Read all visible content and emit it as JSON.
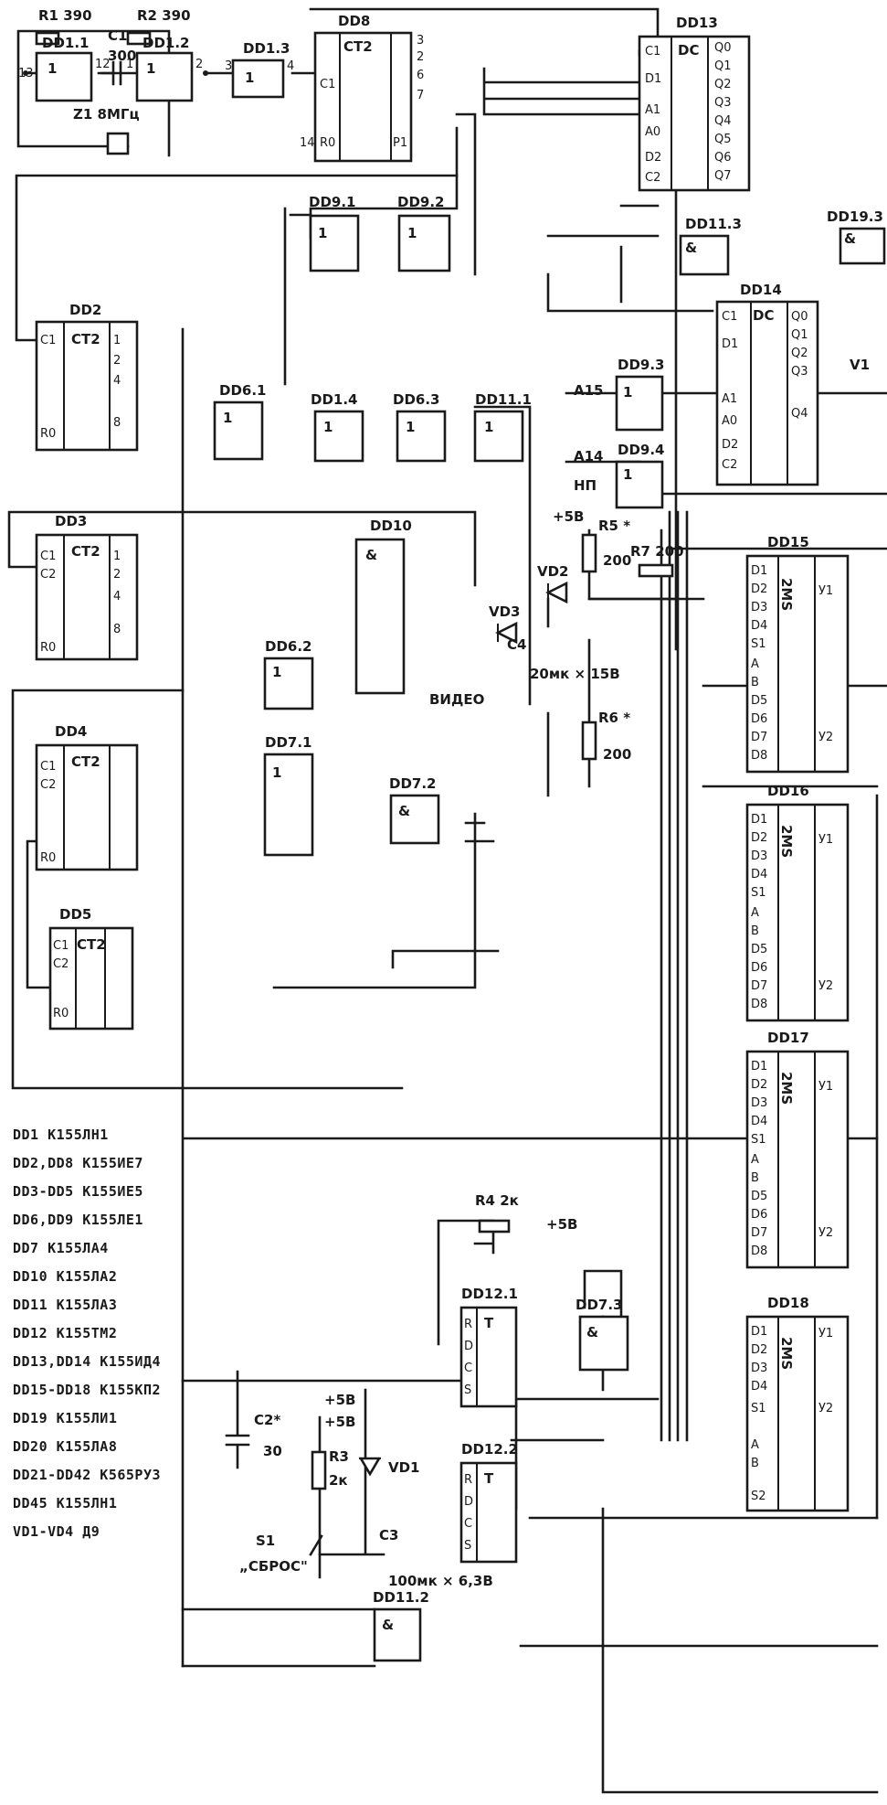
{
  "osc": {
    "r1": "R1 390",
    "r2": "R2 390",
    "c1": "C1",
    "c1_val": "300",
    "zq": "Z1 8МГц"
  },
  "chips": [
    {
      "id": "dd1_1",
      "ref": "DD1.1",
      "fn": "1"
    },
    {
      "id": "dd1_2",
      "ref": "DD1.2",
      "fn": "1"
    },
    {
      "id": "dd1_3",
      "ref": "DD1.3",
      "fn": "1"
    },
    {
      "id": "dd8",
      "ref": "DD8",
      "fn": "CT2"
    },
    {
      "id": "dd13",
      "ref": "DD13",
      "fn": "DC"
    },
    {
      "id": "dd9_1",
      "ref": "DD9.1",
      "fn": "1"
    },
    {
      "id": "dd9_2",
      "ref": "DD9.2",
      "fn": "1"
    },
    {
      "id": "dd11_3",
      "ref": "DD11.3",
      "fn": "&"
    },
    {
      "id": "dd19_3",
      "ref": "DD19.3",
      "fn": "&"
    },
    {
      "id": "dd2",
      "ref": "DD2",
      "fn": "CT2"
    },
    {
      "id": "dd14",
      "ref": "DD14",
      "fn": "DC"
    },
    {
      "id": "dd6_1",
      "ref": "DD6.1",
      "fn": "1"
    },
    {
      "id": "dd1_4",
      "ref": "DD1.4",
      "fn": "1"
    },
    {
      "id": "dd6_3",
      "ref": "DD6.3",
      "fn": "1"
    },
    {
      "id": "dd11_1",
      "ref": "DD11.1",
      "fn": "1"
    },
    {
      "id": "dd9_3",
      "ref": "DD9.3",
      "fn": "1"
    },
    {
      "id": "dd9_4",
      "ref": "DD9.4",
      "fn": "1"
    },
    {
      "id": "dd3",
      "ref": "DD3",
      "fn": "CT2"
    },
    {
      "id": "dd10",
      "ref": "DD10",
      "fn": "&"
    },
    {
      "id": "dd15",
      "ref": "DD15",
      "fn": "2MS"
    },
    {
      "id": "dd6_2",
      "ref": "DD6.2",
      "fn": "1"
    },
    {
      "id": "dd4",
      "ref": "DD4",
      "fn": "CT2"
    },
    {
      "id": "dd7_1",
      "ref": "DD7.1",
      "fn": "1"
    },
    {
      "id": "dd7_2",
      "ref": "DD7.2",
      "fn": "&"
    },
    {
      "id": "dd16",
      "ref": "DD16",
      "fn": "2MS"
    },
    {
      "id": "dd5",
      "ref": "DD5",
      "fn": "CT2"
    },
    {
      "id": "dd17",
      "ref": "DD17",
      "fn": "2MS"
    },
    {
      "id": "dd12_1",
      "ref": "DD12.1",
      "fn": "T"
    },
    {
      "id": "dd7_3",
      "ref": "DD7.3",
      "fn": "&"
    },
    {
      "id": "dd18",
      "ref": "DD18",
      "fn": "2MS"
    },
    {
      "id": "dd12_2",
      "ref": "DD12.2",
      "fn": "T"
    },
    {
      "id": "dd11_2",
      "ref": "DD11.2",
      "fn": "&"
    }
  ],
  "components": {
    "r5": "R5 *",
    "r7": "R7 200",
    "r5_val": "200",
    "vd2": "VD2",
    "vd3": "VD3",
    "c4": "C4",
    "c4_val": "20мк × 15В",
    "video": "ВИДЕО",
    "r6": "R6 *",
    "r6_val": "200",
    "plus5": "+5В",
    "a15": "A15",
    "a14": "A14",
    "np": "НП",
    "r4": "R4 2к",
    "c2": "C2*",
    "c2_val": "30",
    "r3": "R3",
    "r3_val": "2к",
    "vd1": "VD1",
    "c3": "C3",
    "c3_val": "100мк × 6,3В",
    "s1": "S1",
    "s1_name": "„СБРОС\"",
    "v1": "V1"
  },
  "legend": [
    "DD1 K155ЛН1",
    "DD2,DD8 K155ИЕ7",
    "DD3-DD5 K155ИЕ5",
    "DD6,DD9 K155ЛЕ1",
    "DD7 K155ЛА4",
    "DD10 K155ЛА2",
    "DD11 K155ЛА3",
    "DD12 K155ТМ2",
    "DD13,DD14 K155ИД4",
    "DD15-DD18 K155КП2",
    "DD19 K155ЛИ1",
    "DD20 K155ЛА8",
    "DD21-DD42 K565РУ3",
    "DD45 K155ЛН1",
    "VD1-VD4 Д9"
  ]
}
